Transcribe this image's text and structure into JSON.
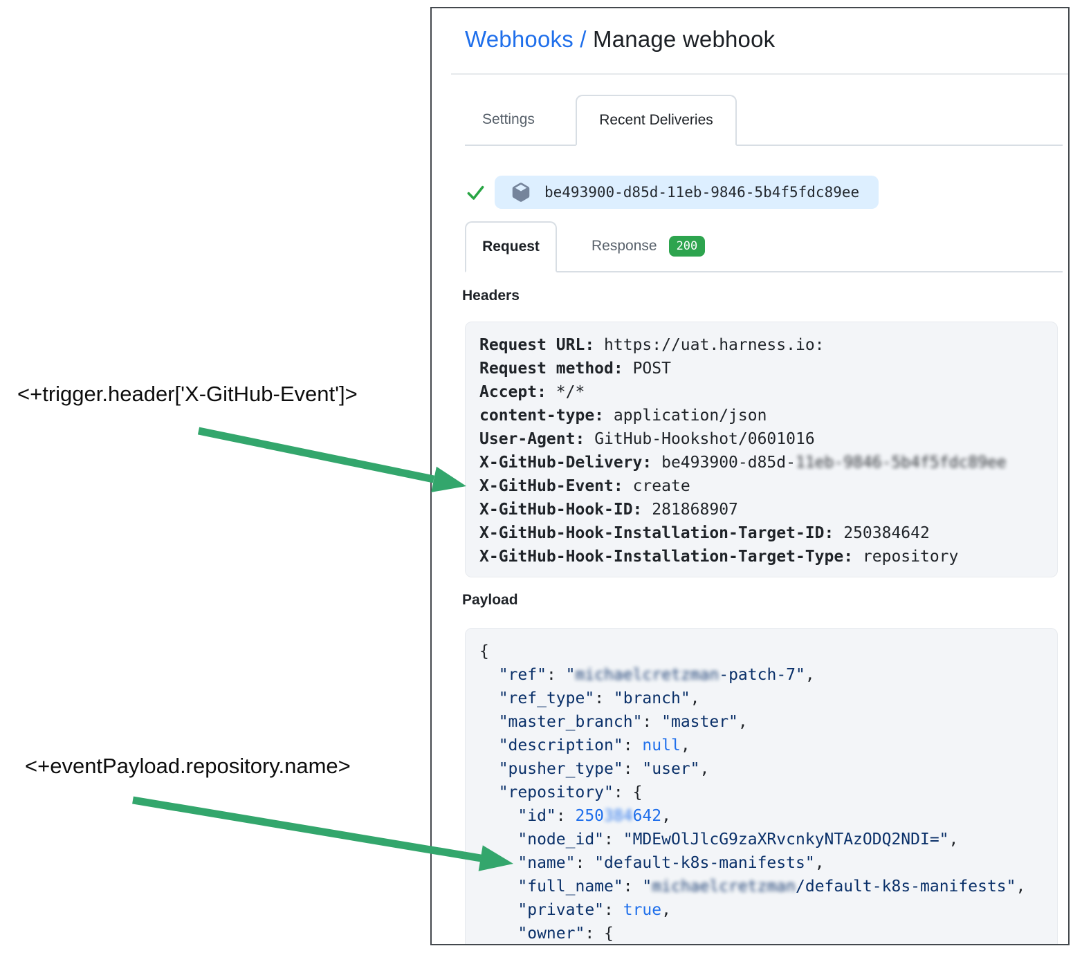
{
  "colors": {
    "link_blue": "#1f6feb",
    "arrow_green": "#33a66c",
    "badge_green": "#2da44e",
    "check_green": "#28a544",
    "pill_background": "#ddefff",
    "code_box_background": "#f3f5f8",
    "json_string_navy": "#0a3069",
    "json_constant_blue": "#1f6feb",
    "text_dark": "#1f2328",
    "muted_tab_gray": "#57606a"
  },
  "annotations": {
    "trigger_header_expression": "<+trigger.header['X-GitHub-Event']>",
    "payload_repository_expression": "<+eventPayload.repository.name>"
  },
  "webhook_page": {
    "breadcrumb": {
      "parent": "Webhooks",
      "separator": " / ",
      "current": "Manage webhook"
    },
    "tabs": {
      "settings": "Settings",
      "recent_deliveries": "Recent Deliveries"
    },
    "delivery": {
      "guid": "be493900-d85d-11eb-9846-5b4f5fdc89ee"
    },
    "subtabs": {
      "request": "Request",
      "response": "Response",
      "response_status": "200"
    },
    "headers": {
      "title": "Headers",
      "lines": [
        {
          "key": "Request URL:",
          "value": [
            {
              "t": "https://uat.harness.io:"
            }
          ]
        },
        {
          "key": "Request method:",
          "value": [
            {
              "t": "POST"
            }
          ]
        },
        {
          "key": "Accept:",
          "value": [
            {
              "t": "*/*"
            }
          ]
        },
        {
          "key": "content-type:",
          "value": [
            {
              "t": "application/json"
            }
          ]
        },
        {
          "key": "User-Agent:",
          "value": [
            {
              "t": "GitHub-Hookshot/0601016"
            }
          ]
        },
        {
          "key": "X-GitHub-Delivery:",
          "value": [
            {
              "t": "be493900-d85d-"
            },
            {
              "t": "11eb-9846-5b4f5fdc89ee",
              "blur": true
            }
          ]
        },
        {
          "key": "X-GitHub-Event:",
          "value": [
            {
              "t": "create"
            }
          ]
        },
        {
          "key": "X-GitHub-Hook-ID:",
          "value": [
            {
              "t": "281868907"
            }
          ]
        },
        {
          "key": "X-GitHub-Hook-Installation-Target-ID:",
          "value": [
            {
              "t": "250384642"
            }
          ]
        },
        {
          "key": "X-GitHub-Hook-Installation-Target-Type:",
          "value": [
            {
              "t": "repository"
            }
          ]
        }
      ]
    },
    "payload": {
      "title": "Payload",
      "lines": [
        {
          "segments": [
            {
              "t": "{",
              "c": "p"
            }
          ]
        },
        {
          "segments": [
            {
              "t": "  ",
              "c": "p"
            },
            {
              "t": "\"ref\"",
              "c": "s"
            },
            {
              "t": ": ",
              "c": "p"
            },
            {
              "t": "\"",
              "c": "s"
            },
            {
              "t": "michaelcretzman",
              "c": "s",
              "blur": true
            },
            {
              "t": "-patch-7\"",
              "c": "s"
            },
            {
              "t": ",",
              "c": "p"
            }
          ]
        },
        {
          "segments": [
            {
              "t": "  ",
              "c": "p"
            },
            {
              "t": "\"ref_type\"",
              "c": "s"
            },
            {
              "t": ": ",
              "c": "p"
            },
            {
              "t": "\"branch\"",
              "c": "s"
            },
            {
              "t": ",",
              "c": "p"
            }
          ]
        },
        {
          "segments": [
            {
              "t": "  ",
              "c": "p"
            },
            {
              "t": "\"master_branch\"",
              "c": "s"
            },
            {
              "t": ": ",
              "c": "p"
            },
            {
              "t": "\"master\"",
              "c": "s"
            },
            {
              "t": ",",
              "c": "p"
            }
          ]
        },
        {
          "segments": [
            {
              "t": "  ",
              "c": "p"
            },
            {
              "t": "\"description\"",
              "c": "s"
            },
            {
              "t": ": ",
              "c": "p"
            },
            {
              "t": "null",
              "c": "n"
            },
            {
              "t": ",",
              "c": "p"
            }
          ]
        },
        {
          "segments": [
            {
              "t": "  ",
              "c": "p"
            },
            {
              "t": "\"pusher_type\"",
              "c": "s"
            },
            {
              "t": ": ",
              "c": "p"
            },
            {
              "t": "\"user\"",
              "c": "s"
            },
            {
              "t": ",",
              "c": "p"
            }
          ]
        },
        {
          "segments": [
            {
              "t": "  ",
              "c": "p"
            },
            {
              "t": "\"repository\"",
              "c": "s"
            },
            {
              "t": ": ",
              "c": "p"
            },
            {
              "t": "{",
              "c": "p"
            }
          ]
        },
        {
          "segments": [
            {
              "t": "    ",
              "c": "p"
            },
            {
              "t": "\"id\"",
              "c": "s"
            },
            {
              "t": ": ",
              "c": "p"
            },
            {
              "t": "250",
              "c": "n"
            },
            {
              "t": "384",
              "c": "n",
              "blur": true
            },
            {
              "t": "642",
              "c": "n"
            },
            {
              "t": ",",
              "c": "p"
            }
          ]
        },
        {
          "segments": [
            {
              "t": "    ",
              "c": "p"
            },
            {
              "t": "\"node_id\"",
              "c": "s"
            },
            {
              "t": ": ",
              "c": "p"
            },
            {
              "t": "\"MDEwOlJlcG9zaXRvcnkyNTAzODQ2NDI=\"",
              "c": "s"
            },
            {
              "t": ",",
              "c": "p"
            }
          ]
        },
        {
          "segments": [
            {
              "t": "    ",
              "c": "p"
            },
            {
              "t": "\"name\"",
              "c": "s"
            },
            {
              "t": ": ",
              "c": "p"
            },
            {
              "t": "\"default-k8s-manifests\"",
              "c": "s"
            },
            {
              "t": ",",
              "c": "p"
            }
          ]
        },
        {
          "segments": [
            {
              "t": "    ",
              "c": "p"
            },
            {
              "t": "\"full_name\"",
              "c": "s"
            },
            {
              "t": ": ",
              "c": "p"
            },
            {
              "t": "\"",
              "c": "s"
            },
            {
              "t": "michaelcretzman",
              "c": "s",
              "blur": true
            },
            {
              "t": "/default-k8s-manifests\"",
              "c": "s"
            },
            {
              "t": ",",
              "c": "p"
            }
          ]
        },
        {
          "segments": [
            {
              "t": "    ",
              "c": "p"
            },
            {
              "t": "\"private\"",
              "c": "s"
            },
            {
              "t": ": ",
              "c": "p"
            },
            {
              "t": "true",
              "c": "n"
            },
            {
              "t": ",",
              "c": "p"
            }
          ]
        },
        {
          "segments": [
            {
              "t": "    ",
              "c": "p"
            },
            {
              "t": "\"owner\"",
              "c": "s"
            },
            {
              "t": ": ",
              "c": "p"
            },
            {
              "t": "{",
              "c": "p"
            }
          ]
        }
      ]
    }
  }
}
